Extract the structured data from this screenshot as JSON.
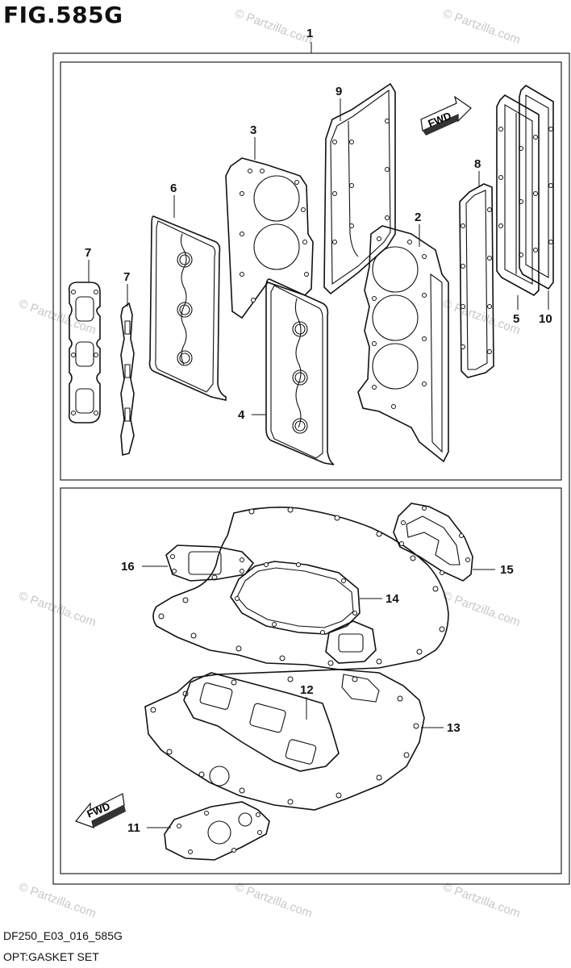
{
  "figure": {
    "title": "FIG.585G"
  },
  "footer": {
    "code": "DF250_E03_016_585G",
    "description": "OPT:GASKET SET"
  },
  "watermark": {
    "text": "© Partzilla.com"
  },
  "arrows": {
    "fwd_label": "FWD"
  },
  "callouts": [
    "1",
    "2",
    "3",
    "4",
    "5",
    "6",
    "7",
    "7",
    "8",
    "9",
    "10",
    "11",
    "12",
    "13",
    "14",
    "15",
    "16"
  ]
}
